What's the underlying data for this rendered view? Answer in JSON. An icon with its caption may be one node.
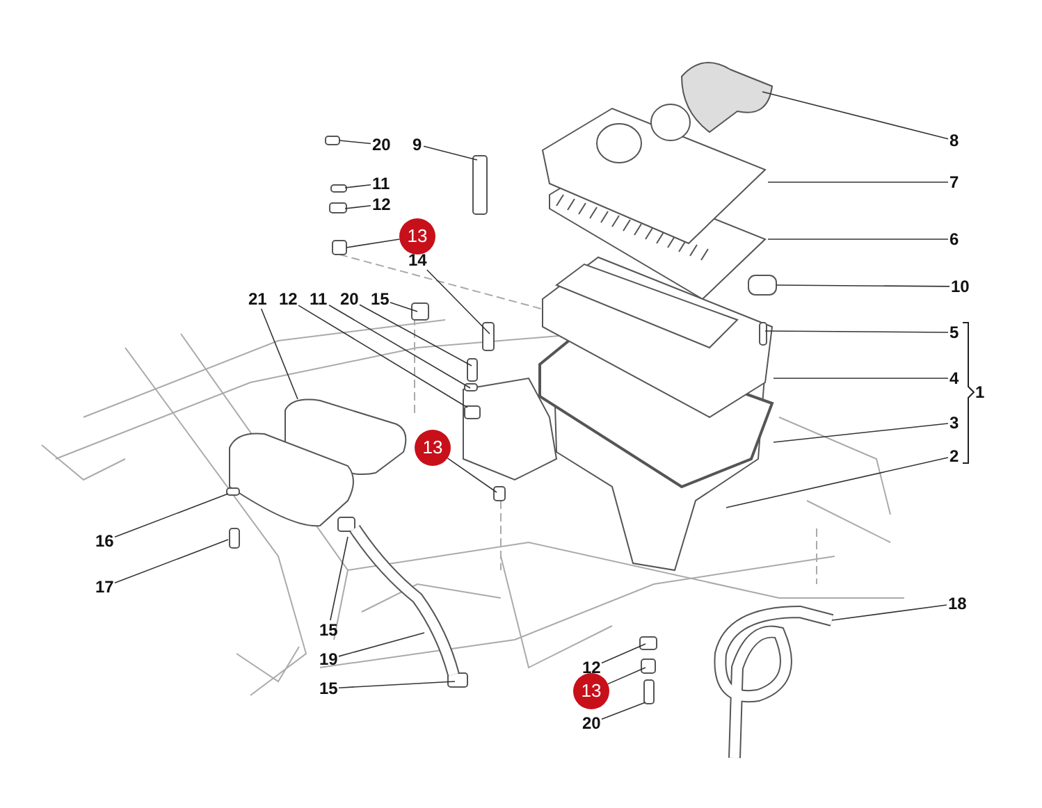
{
  "diagram": {
    "nodes": [
      {
        "text": [
          "9"
        ]
      },
      {
        "text": [
          "20"
        ]
      },
      {
        "text": [
          "11"
        ]
      },
      {
        "text": [
          "12"
        ]
      },
      {
        "text": [
          "13"
        ]
      },
      {
        "text": [
          "14"
        ]
      },
      {
        "text": [
          "21"
        ]
      },
      {
        "text": [
          "12"
        ]
      },
      {
        "text": [
          "11"
        ]
      },
      {
        "text": [
          "20"
        ]
      },
      {
        "text": [
          "15"
        ]
      },
      {
        "text": [
          "13"
        ]
      },
      {
        "text": [
          "8"
        ]
      },
      {
        "text": [
          "7"
        ]
      },
      {
        "text": [
          "6"
        ]
      },
      {
        "text": [
          "10"
        ]
      },
      {
        "text": [
          "5"
        ]
      },
      {
        "text": [
          "4"
        ]
      },
      {
        "text": [
          "3"
        ]
      },
      {
        "text": [
          "2"
        ]
      },
      {
        "text": [
          "16"
        ]
      },
      {
        "text": [
          "17"
        ]
      },
      {
        "text": [
          "15"
        ]
      },
      {
        "text": [
          "19"
        ]
      },
      {
        "text": [
          "15"
        ]
      },
      {
        "text": [
          "18"
        ]
      },
      {
        "text": [
          "12"
        ]
      },
      {
        "text": [
          "13"
        ]
      },
      {
        "text": [
          "20"
        ]
      }
    ],
    "edges": [
      {
        "from": 0,
        "to": null,
        "arrow": "none"
      },
      {
        "from": 1,
        "to": null,
        "arrow": "none"
      },
      {
        "from": 2,
        "to": null,
        "arrow": "none"
      },
      {
        "from": 3,
        "to": null,
        "arrow": "none"
      },
      {
        "from": 4,
        "to": null,
        "arrow": "none"
      },
      {
        "from": 5,
        "to": null,
        "arrow": "none"
      },
      {
        "from": 6,
        "to": null,
        "arrow": "none"
      },
      {
        "from": 7,
        "to": null,
        "arrow": "none"
      },
      {
        "from": 8,
        "to": null,
        "arrow": "none"
      },
      {
        "from": 9,
        "to": null,
        "arrow": "none"
      },
      {
        "from": 10,
        "to": null,
        "arrow": "none"
      },
      {
        "from": 11,
        "to": null,
        "arrow": "none"
      },
      {
        "from": 12,
        "to": null,
        "arrow": "none"
      },
      {
        "from": 13,
        "to": null,
        "arrow": "none"
      },
      {
        "from": 14,
        "to": null,
        "arrow": "none"
      },
      {
        "from": 15,
        "to": null,
        "arrow": "none"
      },
      {
        "from": 16,
        "to": null,
        "arrow": "none"
      },
      {
        "from": 17,
        "to": null,
        "arrow": "none"
      },
      {
        "from": 18,
        "to": null,
        "arrow": "none"
      },
      {
        "from": 19,
        "to": null,
        "arrow": "none"
      },
      {
        "from": 20,
        "to": null,
        "arrow": "none"
      },
      {
        "from": 21,
        "to": null,
        "arrow": "none"
      },
      {
        "from": 22,
        "to": null,
        "arrow": "none"
      },
      {
        "from": 23,
        "to": null,
        "arrow": "none"
      },
      {
        "from": 24,
        "to": null,
        "arrow": "none"
      },
      {
        "from": 25,
        "to": null,
        "arrow": "none"
      },
      {
        "from": 26,
        "to": null,
        "arrow": "none"
      },
      {
        "from": 27,
        "to": null,
        "arrow": "none"
      },
      {
        "from": 28,
        "to": null,
        "arrow": "none"
      }
    ],
    "labels": [
      "1"
    ]
  }
}
